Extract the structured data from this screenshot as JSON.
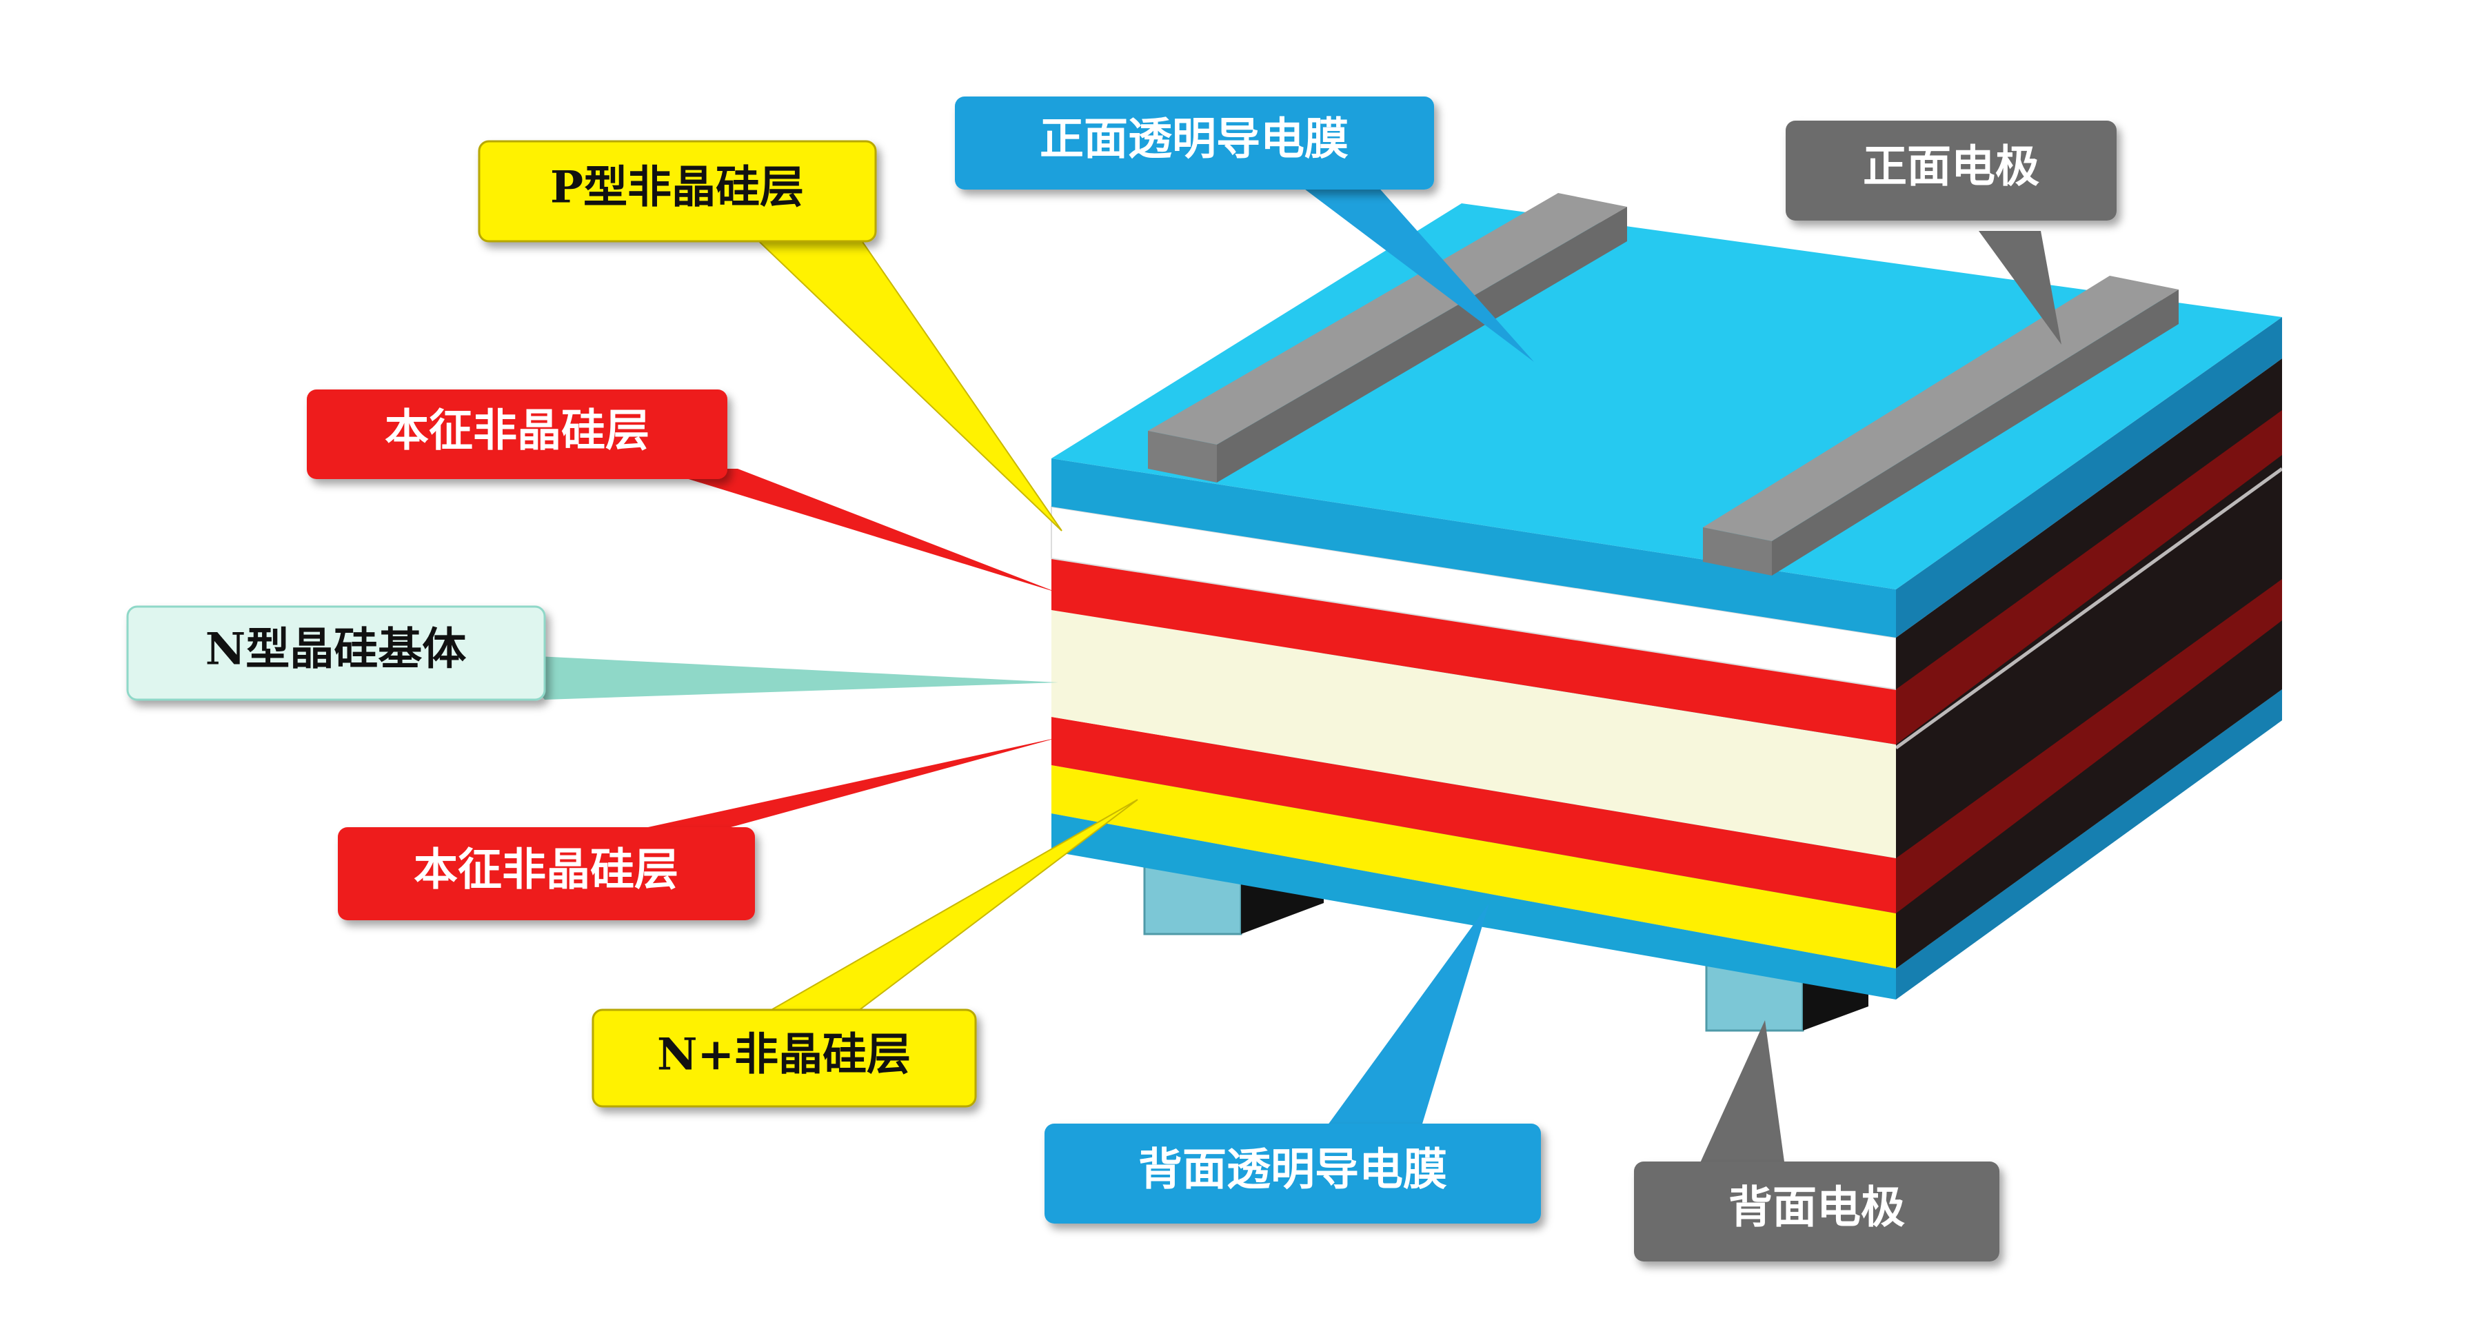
{
  "labels": {
    "front_tco": "正面透明导电膜",
    "front_electrode": "正面电极",
    "p_type_asi": "P型非晶硅层",
    "intrinsic_top": "本征非晶硅层",
    "n_type_csi": "N型晶硅基体",
    "intrinsic_bottom": "本征非晶硅层",
    "n_plus_asi": "N+非晶硅层",
    "back_tco": "背面透明导电膜",
    "back_electrode": "背面电极"
  },
  "colors": {
    "tco_top": "#26c9f0",
    "tco_front": "#1aa3d6",
    "tco_side": "#167fb0",
    "electrode_top": "#9a9a9a",
    "electrode_side": "#6f6f6f",
    "red_layer": "#ee1c1c",
    "yellow_layer": "#fff000",
    "base_layer": "#f7f7dc",
    "white_layer": "#ffffff",
    "side_dark": "#1e1616",
    "side_dark_red": "#7a1010",
    "back_electrode": "#7cc7d6",
    "label_blue": "#1ea0dc",
    "label_gray": "#6c6c6c",
    "label_yellow": "#fff200",
    "label_red": "#ee1c1c",
    "label_mint": "#dff6ef"
  }
}
